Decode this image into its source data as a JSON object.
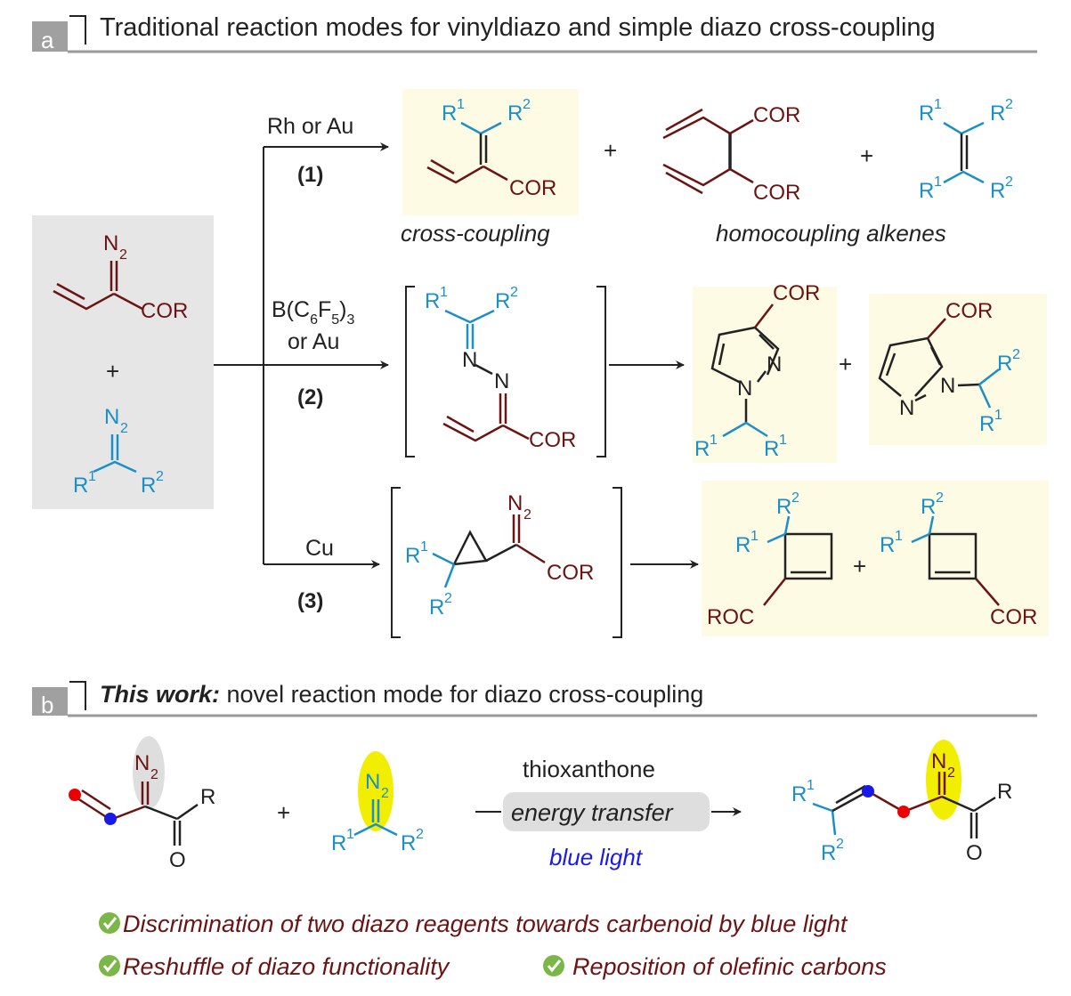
{
  "section_a": {
    "badge": "a",
    "title": "Traditional reaction modes for vinyldiazo and simple diazo cross-coupling",
    "route1": {
      "catalyst": "Rh or Au",
      "number": "(1)"
    },
    "route2": {
      "catalyst_line1": "B(C",
      "catalyst_sub1": "6",
      "catalyst_mid": "F",
      "catalyst_sub2": "5",
      "catalyst_end": ")",
      "catalyst_sub3": "3",
      "catalyst_line2": "or Au",
      "number": "(2)"
    },
    "route3": {
      "catalyst": "Cu",
      "number": "(3)"
    },
    "cross_label": "cross-coupling",
    "homo_label": "homocoupling alkenes",
    "plus": "+"
  },
  "section_b": {
    "badge": "b",
    "title_bold": "This work:",
    "title_rest": " novel reaction mode for diazo cross-coupling",
    "reagent": "thioxanthone",
    "process": "energy transfer",
    "light": "blue light"
  },
  "labels": {
    "N": "N",
    "N2_base": "N",
    "N2_sub": "2",
    "COR": "COR",
    "ROC": "ROC",
    "R": "R",
    "O": "O",
    "R_base": "R",
    "sub1": "1",
    "sub2": "2",
    "N_dash": "N"
  },
  "bullets": [
    "Discrimination of two diazo reagents towards carbenoid by blue light",
    "Reshuffle of diazo functionality",
    "Reposition of olefinic carbons"
  ],
  "colors": {
    "dark_red": "#6b1414",
    "blue": "#1a8fc8",
    "highlight": "#fdfbe4",
    "gray_box": "#e6e6e6",
    "yellow": "#f2ee00",
    "check_green": "#7ab648"
  }
}
